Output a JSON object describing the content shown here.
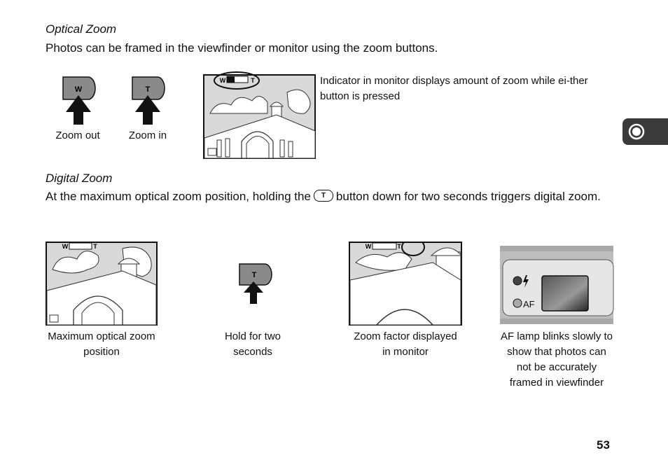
{
  "optical": {
    "heading": "Optical Zoom",
    "body": "Photos can be framed in the viewfinder or monitor using the zoom buttons.",
    "w_label": "W",
    "t_label": "T",
    "zoom_out": "Zoom out",
    "zoom_in": "Zoom in",
    "indicator_text": "Indicator in monitor displays amount of zoom while ei-ther button is pressed"
  },
  "digital": {
    "heading": "Digital Zoom",
    "body_before": "At the maximum optical zoom position, holding the",
    "button_glyph": "T",
    "body_after": "button down for two seconds triggers digital zoom.",
    "caption_1": "Maximum optical zoom position",
    "caption_2": "Hold for two seconds",
    "caption_3": "Zoom factor displayed in monitor",
    "caption_4": "AF lamp blinks slowly to show that photos can not be accurately framed in viewfinder",
    "af_label": "AF"
  },
  "page_number": "53",
  "colors": {
    "tab": "#3a3a3a",
    "button_fill": "#8a8a8a",
    "sky": "#d9d9d9"
  }
}
